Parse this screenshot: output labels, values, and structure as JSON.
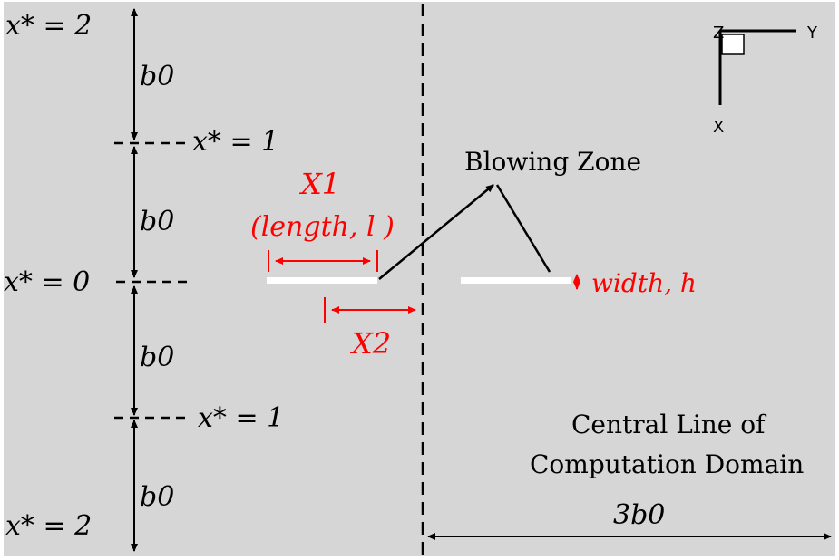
{
  "colors": {
    "panel": "#d6d6d6",
    "ink": "#000000",
    "annotation": "#ff0000",
    "blowing_zone_fill": "#ffffff"
  },
  "left_scale": {
    "label_x2_top": "x* = 2",
    "label_x1_upper": "x* = 1",
    "label_x0": "x* = 0",
    "label_x1_lower": "x* = 1",
    "label_x2_bottom": "x* = 2",
    "b0_label": "b0"
  },
  "annotations": {
    "x1_label": "X1",
    "length_label": "(length, l )",
    "x2_label": "X2",
    "width_label": "width, h"
  },
  "labels": {
    "blowing_zone": "Blowing Zone",
    "central_line_line1": "Central Line of",
    "central_line_line2": "Computation Domain",
    "domain_width": "3b0"
  },
  "axes_icon": {
    "z": "Z",
    "y": "Y",
    "x": "X"
  }
}
